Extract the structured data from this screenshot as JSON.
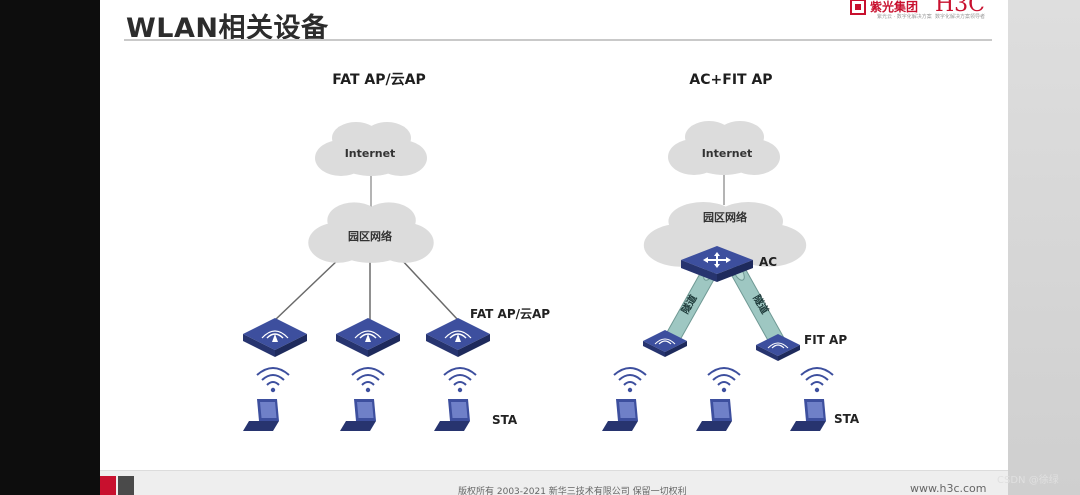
{
  "slide": {
    "title": "WLAN相关设备",
    "logo_name": "紫光集团",
    "logo_brand": "H3C",
    "logo_tagline_left": "紫光云 · 数字化解决方案",
    "logo_tagline_right": "数字化解决方案领导者"
  },
  "diagram_left": {
    "heading": "FAT AP/云AP",
    "internet": "Internet",
    "campus": "园区网络",
    "ap_label": "FAT AP/云AP",
    "sta_label": "STA"
  },
  "diagram_right": {
    "heading": "AC+FIT AP",
    "internet": "Internet",
    "campus": "园区网络",
    "ac_label": "AC",
    "tunnel_left": "隧道",
    "tunnel_right": "隧道",
    "ap_label": "FIT AP",
    "sta_label": "STA"
  },
  "footer": {
    "copyright": "版权所有 2003-2021 新华三技术有限公司 保留一切权利",
    "url": "www.h3c.com"
  },
  "watermark": "CSDN @徐绿",
  "colors": {
    "device_blue": "#3d4f9e",
    "device_dark": "#27346f",
    "cloud_grey": "#dcdcdc",
    "tunnel_green": "#9ec7c2",
    "brand_red": "#c8102e"
  },
  "icons": [
    "cloud-icon",
    "access-point-icon",
    "wifi-signal-icon",
    "laptop-icon",
    "router-icon",
    "tunnel-icon"
  ]
}
